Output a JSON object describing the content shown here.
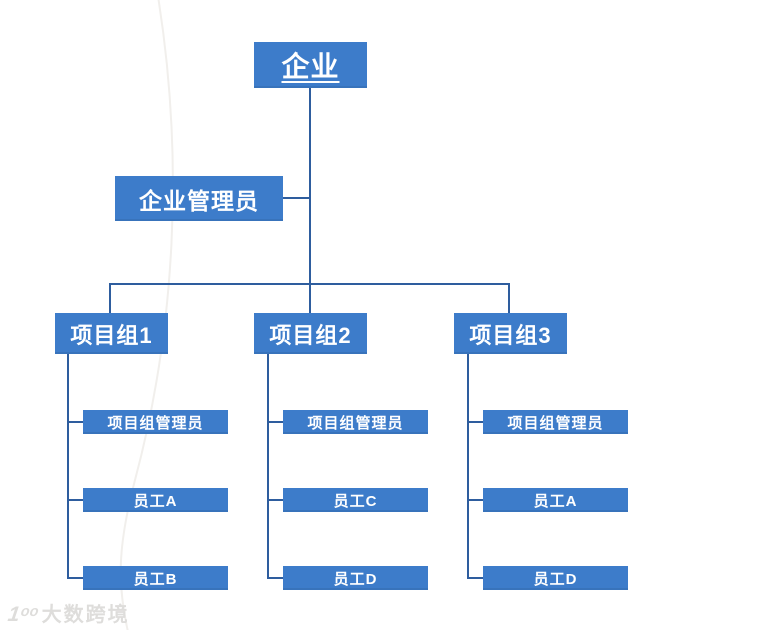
{
  "org": {
    "root": {
      "label": "企业"
    },
    "admin": {
      "label": "企业管理员"
    },
    "groups": [
      {
        "label": "项目组1",
        "children": [
          "项目组管理员",
          "员工A",
          "员工B"
        ]
      },
      {
        "label": "项目组2",
        "children": [
          "项目组管理员",
          "员工C",
          "员工D"
        ]
      },
      {
        "label": "项目组3",
        "children": [
          "项目组管理员",
          "员工A",
          "员工D"
        ]
      }
    ]
  },
  "watermark": {
    "logo": "1ᵒᵒ",
    "name": "大数跨境"
  },
  "colors": {
    "box_fill": "#3d7cca",
    "line": "#2e5d9e",
    "text_color": "#ffffff",
    "watermark": "#dedddb"
  }
}
